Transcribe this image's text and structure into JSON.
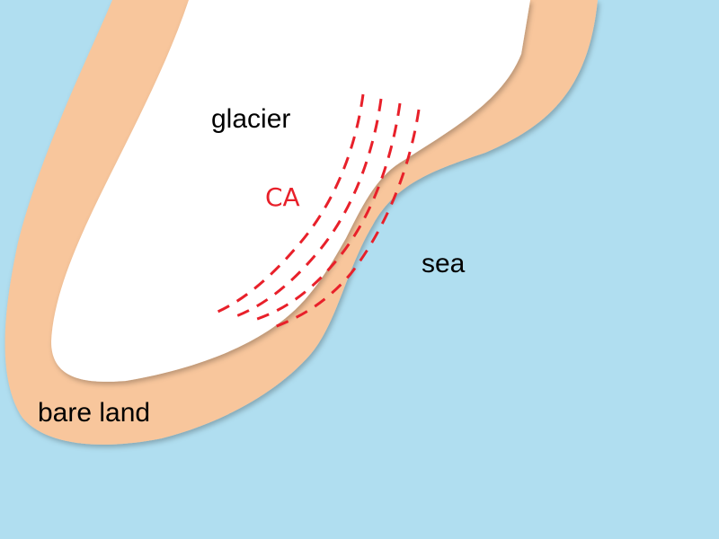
{
  "labels": {
    "glacier": "glacier",
    "sea": "sea",
    "bare_land": "bare land",
    "ca": "CA"
  },
  "colors": {
    "sea": "#b0def0",
    "bare_land": "#f8c69c",
    "glacier": "#ffffff",
    "crevasse_lines": "#e8202a"
  }
}
